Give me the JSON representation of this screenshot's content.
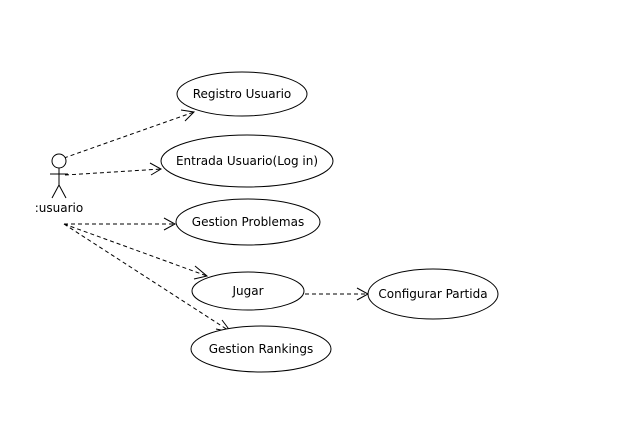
{
  "actor": {
    "label": ":usuario"
  },
  "use_cases": {
    "registro": "Registro Usuario",
    "login": "Entrada Usuario(Log in)",
    "problemas": "Gestion Problemas",
    "jugar": "Jugar",
    "rankings": "Gestion Rankings",
    "configurar": "Configurar Partida"
  }
}
